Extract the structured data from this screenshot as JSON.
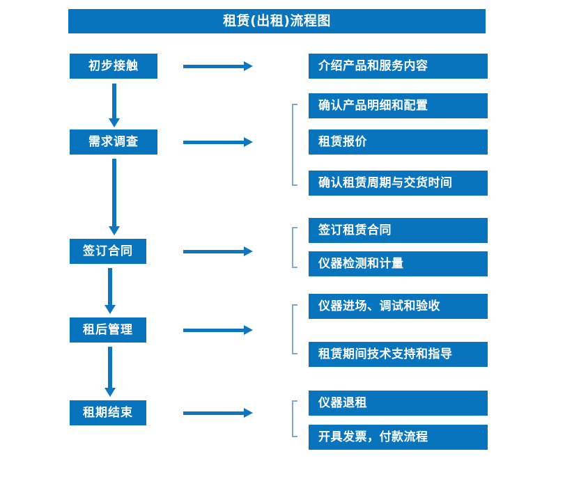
{
  "diagram": {
    "title": "租赁(出租)流程图",
    "accent_color": "#0874BE",
    "arrow_color": "#0E76BE",
    "bracket_color": "#7FA8CC",
    "background_color": "#FFFFFF",
    "stages": [
      {
        "id": "stage-1",
        "label": "初步接触"
      },
      {
        "id": "stage-2",
        "label": "需求调查"
      },
      {
        "id": "stage-3",
        "label": "签订合同"
      },
      {
        "id": "stage-4",
        "label": "租后管理"
      },
      {
        "id": "stage-5",
        "label": "租期结束"
      }
    ],
    "detail_groups": [
      {
        "id": "group-1",
        "stage": "初步接触",
        "bracketed": false,
        "items": [
          "介绍产品和服务内容"
        ]
      },
      {
        "id": "group-2",
        "stage": "需求调查",
        "bracketed": true,
        "items": [
          "确认产品明细和配置",
          "租赁报价",
          "确认租赁周期与交货时间"
        ]
      },
      {
        "id": "group-3",
        "stage": "签订合同",
        "bracketed": true,
        "items": [
          "签订租赁合同",
          "仪器检测和计量"
        ]
      },
      {
        "id": "group-4",
        "stage": "租后管理",
        "bracketed": true,
        "items": [
          "仪器进场、调试和验收",
          "租赁期间技术支持和指导"
        ]
      },
      {
        "id": "group-5",
        "stage": "租期结束",
        "bracketed": true,
        "items": [
          "仪器退租",
          "开具发票，付款流程"
        ]
      }
    ]
  }
}
